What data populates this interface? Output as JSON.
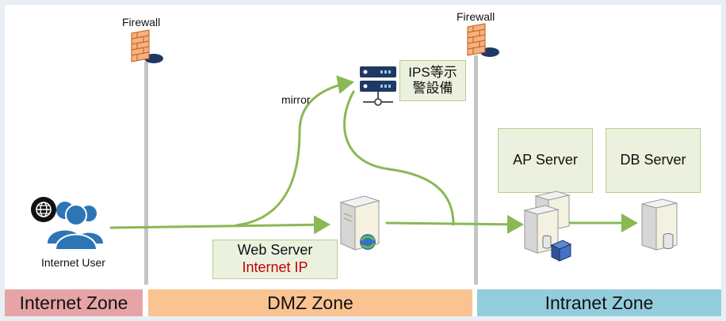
{
  "firewalls": [
    {
      "label": "Firewall"
    },
    {
      "label": "Firewall"
    }
  ],
  "internet_user": {
    "label": "Internet User",
    "icon": "globe-icon"
  },
  "mirror_label": "mirror",
  "ips_box": {
    "line1": "IPS等示",
    "line2": "警設備"
  },
  "web_server_box": {
    "title": "Web Server",
    "subtitle": "Internet IP"
  },
  "ap_server_box": {
    "title": "AP Server"
  },
  "db_server_box": {
    "title": "DB Server"
  },
  "zones": [
    {
      "label": "Internet Zone",
      "color": "#e6a4a7"
    },
    {
      "label": "DMZ Zone",
      "color": "#f9c392"
    },
    {
      "label": "Intranet Zone",
      "color": "#93cddd"
    }
  ],
  "colors": {
    "arrow": "#8ab854",
    "box_fill": "#ebf1de",
    "box_border": "#b6cf8e",
    "internet_ip": "#c00000",
    "user_icon": "#2e75b6"
  }
}
